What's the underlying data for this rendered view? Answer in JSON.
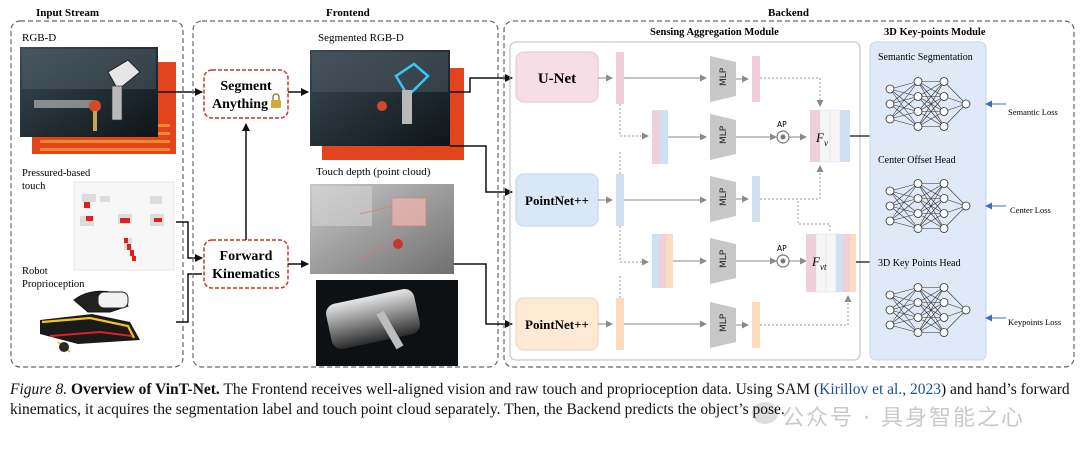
{
  "sections": {
    "input_stream": "Input Stream",
    "frontend": "Frontend",
    "backend": "Backend"
  },
  "input": {
    "rgbd": "RGB-D",
    "touch_line1": "Pressured-based",
    "touch_line2": "touch",
    "proprio_line1": "Robot",
    "proprio_line2": "Proprioception"
  },
  "frontend": {
    "segment_line1": "Segment",
    "segment_line2": "Anything",
    "fk_line1": "Forward",
    "fk_line2": "Kinematics",
    "segmented_label": "Segmented RGB-D",
    "touch_depth_label": "Touch depth (point cloud)"
  },
  "backend": {
    "sam_module": "Sensing Aggregation Module",
    "unet": "U-Net",
    "pointnet_a": "PointNet++",
    "pointnet_b": "PointNet++",
    "mlp": "MLP",
    "ap": "AP",
    "fv_main": "F",
    "fv_sub": "v",
    "fvt_main": "F",
    "fvt_sub": "vt",
    "kp_module": "3D Key-points Module",
    "head_semantic": "Semantic Segmentation",
    "head_center": "Center Offset Head",
    "head_keypoints": "3D Key Points Head",
    "loss_semantic": "Semantic Loss",
    "loss_center": "Center Loss",
    "loss_keypoints": "Keypoints Loss"
  },
  "caption": {
    "fig": "Figure 8.",
    "title": "Overview of VinT-Net.",
    "part1": " The Frontend receives well-aligned vision and raw touch and proprioception data. Using SAM (",
    "cite": "Kirillov et al., 2023",
    "part2": ") and hand’s forward kinematics, it acquires the segmentation label and touch point cloud separately. Then, the Backend predicts the object’s pose."
  },
  "watermark": "公众号 · 具身智能之心",
  "colors": {
    "unet_fill": "#f7dde6",
    "pointnet_a_fill": "#d9e8f7",
    "pointnet_b_fill": "#fde9d4",
    "kp_panel": "#dfe9f7",
    "front_box_border": "#c0392b",
    "touch_red": "#e02020"
  }
}
